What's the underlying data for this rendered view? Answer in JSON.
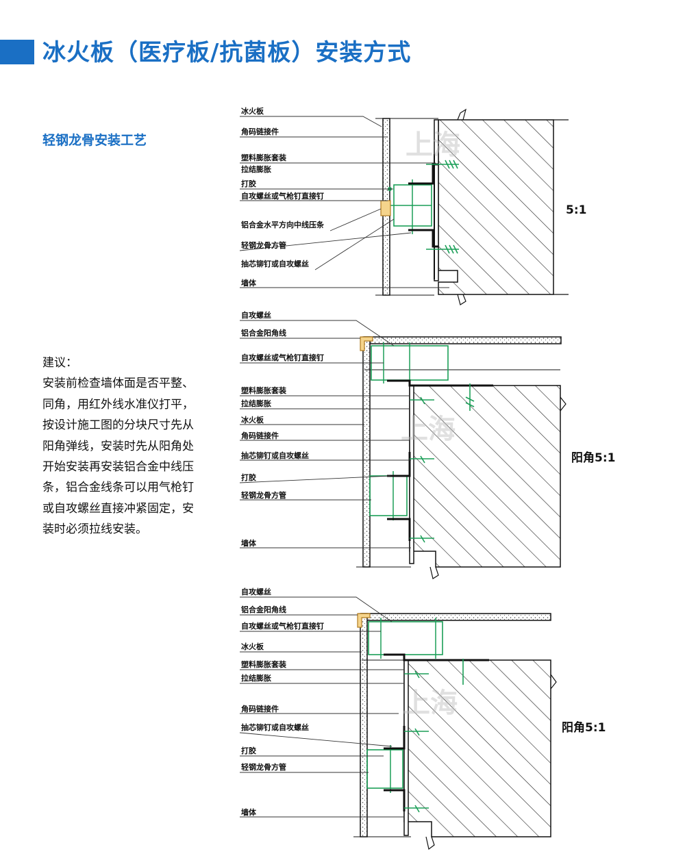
{
  "header": {
    "title": "冰火板（医疗板/抗菌板）安装方式",
    "subtitle": "轻钢龙骨安装工艺",
    "accent_color": "#1a6fc4"
  },
  "advice": {
    "title": "建议：",
    "lines": [
      "安装前检查墙体面是否平整、",
      "同角，用红外线水准仪打平，",
      "按设计施工图的分块尺寸先从",
      "阳角弹线，安装时先从阳角处",
      "开始安装再安装铝合金中线压",
      "条，铝合金线条可以用气枪钉",
      "或自攻螺丝直接冲紧固定，安",
      "装时必须拉线安装。"
    ]
  },
  "watermark": "上海",
  "diagrams": [
    {
      "scale": "5:1",
      "labels": [
        "冰火板",
        "角码链接件",
        "塑料膨胀套装",
        "拉结膨胀",
        "打胶",
        "自攻螺丝或气枪钉直接钉",
        "铝合金水平方向中线压条",
        "轻钢龙骨方管",
        "抽芯铆钉或自攻螺丝",
        "墙体"
      ]
    },
    {
      "scale": "阳角5:1",
      "labels": [
        "自攻螺丝",
        "铝合金阳角线",
        "自攻螺丝或气枪钉直接钉",
        "塑料膨胀套装",
        "拉结膨胀",
        "冰火板",
        "角码链接件",
        "抽芯铆钉或自攻螺丝",
        "打胶",
        "轻钢龙骨方管",
        "墙体"
      ]
    },
    {
      "scale": "阳角5:1",
      "labels": [
        "自攻螺丝",
        "铝合金阳角线",
        "自攻螺丝或气枪钉直接钉",
        "冰火板",
        "塑料膨胀套装",
        "拉结膨胀",
        "角码链接件",
        "抽芯铆钉或自攻螺丝",
        "打胶",
        "轻钢龙骨方管",
        "墙体"
      ]
    }
  ]
}
